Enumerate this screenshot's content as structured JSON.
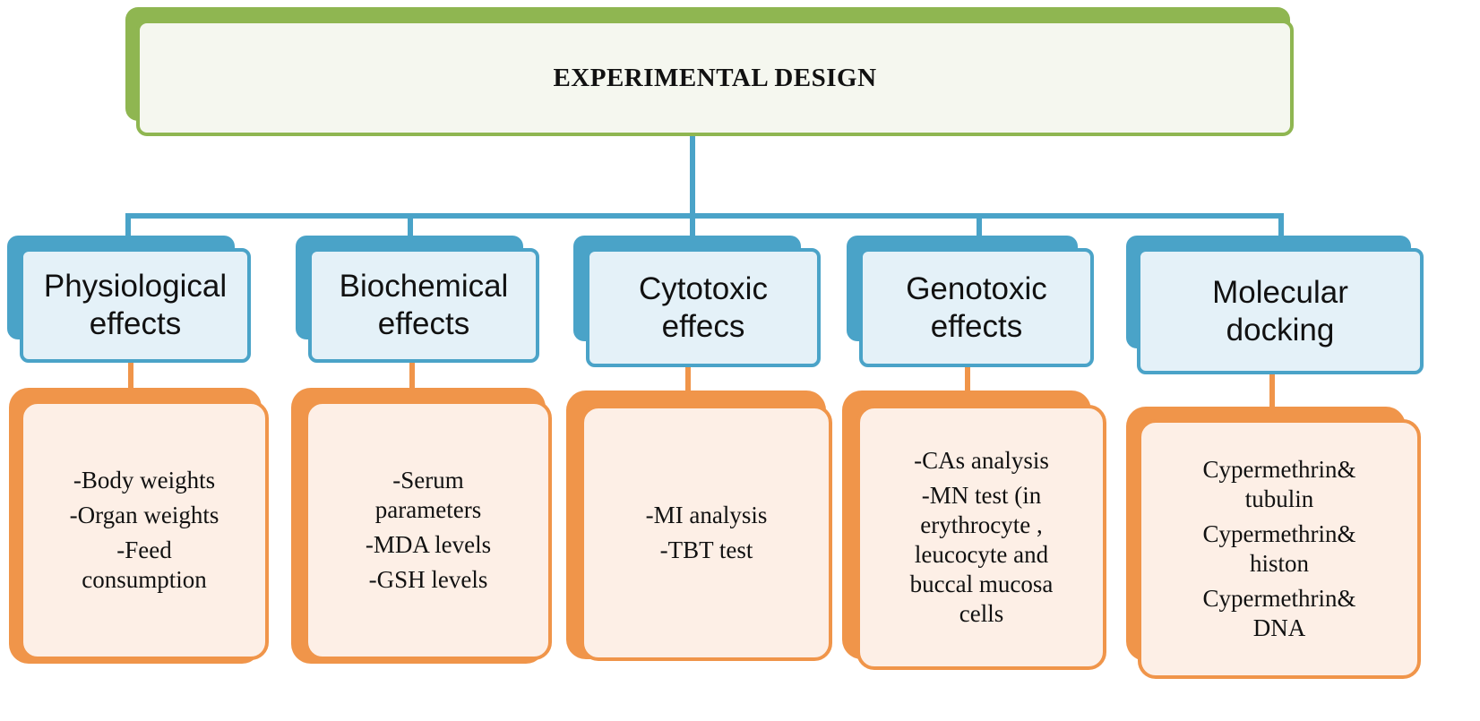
{
  "title": "EXPERIMENTAL DESIGN",
  "categories": [
    {
      "label": "Physiological\neffects",
      "items": [
        "-Body weights",
        "-Organ weights",
        "-Feed\nconsumption"
      ]
    },
    {
      "label": "Biochemical\neffects",
      "items": [
        "-Serum\nparameters",
        "-MDA  levels",
        "-GSH levels"
      ]
    },
    {
      "label": "Cytotoxic\neffecs",
      "items": [
        "-MI  analysis",
        "-TBT test"
      ]
    },
    {
      "label": "Genotoxic\neffects",
      "items": [
        "-CAs analysis",
        "-MN test  (in\nerythrocyte ,\nleucocyte and\nbuccal mucosa\ncells"
      ]
    },
    {
      "label": "Molecular\ndocking",
      "items": [
        "Cypermethrin&\ntubulin",
        "Cypermethrin&\nhiston",
        "Cypermethrin&\nDNA"
      ]
    }
  ],
  "colors": {
    "green": "#8fb651",
    "blue": "#4aa3c8",
    "orange": "#f0954a"
  }
}
